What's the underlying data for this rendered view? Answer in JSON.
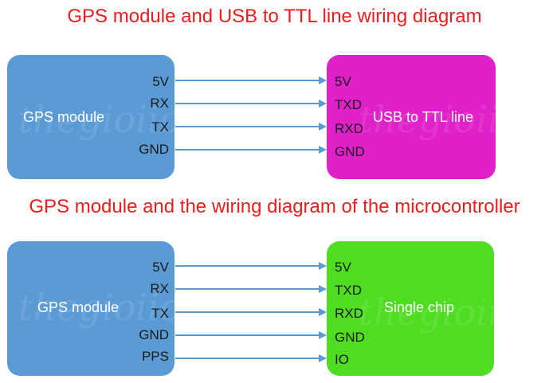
{
  "titles": {
    "top": "GPS module and USB to TTL line wiring diagram",
    "bottom": "GPS module and the wiring diagram of the microcontroller"
  },
  "diagram1": {
    "left_box": "GPS module",
    "right_box": "USB to TTL line",
    "left_pins": [
      "5V",
      "RX",
      "TX",
      "GND"
    ],
    "right_pins": [
      "5V",
      "TXD",
      "RXD",
      "GND"
    ]
  },
  "diagram2": {
    "left_box": "GPS module",
    "right_box": "Single chip",
    "left_pins": [
      "5V",
      "RX",
      "TX",
      "GND",
      "PPS"
    ],
    "right_pins": [
      "5V",
      "TXD",
      "RXD",
      "GND",
      "IO"
    ]
  },
  "watermark": "thegioiic",
  "colors": {
    "title": "#ee1c1c",
    "gps_box": "#5b9bd5",
    "usb_box": "#e020c8",
    "chip_box": "#4fdd22",
    "arrow": "#5b9bd5"
  }
}
